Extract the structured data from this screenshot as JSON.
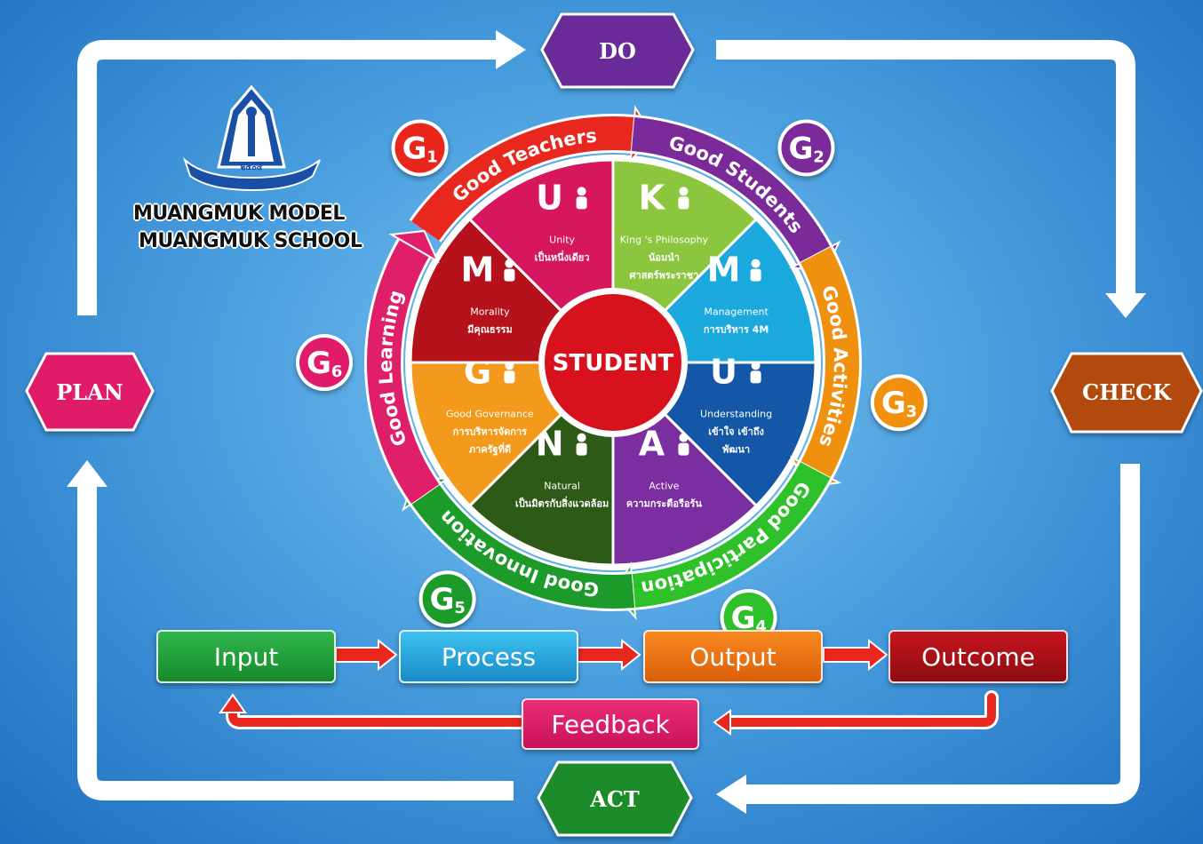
{
  "cycle": {
    "plan": "PLAN",
    "do": "DO",
    "check": "CHECK",
    "act": "ACT"
  },
  "logo": {
    "line1": "MUANGMUK MODEL",
    "line2": "MUANGMUK SCHOOL",
    "emblem_text": "๒๕๐๔"
  },
  "center": "STUDENT",
  "goals": [
    {
      "badge": "G",
      "num": "1",
      "label": "Good Teachers",
      "color": "#e8281e"
    },
    {
      "badge": "G",
      "num": "2",
      "label": "Good Students",
      "color": "#7b2a99"
    },
    {
      "badge": "G",
      "num": "3",
      "label": "Good Activities",
      "color": "#f0900f"
    },
    {
      "badge": "G",
      "num": "4",
      "label": "Good Participation",
      "color": "#2fc12a"
    },
    {
      "badge": "G",
      "num": "5",
      "label": "Good Innovation",
      "color": "#1c9a2a"
    },
    {
      "badge": "G",
      "num": "6",
      "label": "Good Learning",
      "color": "#e01f6a"
    }
  ],
  "segments": [
    {
      "letter": "K",
      "icon": "king-icon",
      "en": "King 's Philosophy",
      "th1": "น้อมนำ",
      "th2": "ศาสตร์พระราชา",
      "color": "#8cc63e"
    },
    {
      "letter": "M",
      "icon": "people-network-icon",
      "en": "Management",
      "th1": "การบริหาร 4M",
      "th2": "",
      "color": "#1ba8dc"
    },
    {
      "letter": "U",
      "icon": "lightbulb-icon",
      "en": "Understanding",
      "th1": "เข้าใจ เข้าถึง",
      "th2": "พัฒนา",
      "color": "#1357a6"
    },
    {
      "letter": "A",
      "icon": "active-person-icon",
      "en": "Active",
      "th1": "ความกระตือรือร้น",
      "th2": "",
      "color": "#7a2ea0"
    },
    {
      "letter": "N",
      "icon": "nature-people-icon",
      "en": "Natural",
      "th1": "เป็นมิตรกับสิ่งแวดล้อม",
      "th2": "",
      "color": "#2e5a18"
    },
    {
      "letter": "G",
      "icon": "governance-icon",
      "en": "Good Governance",
      "th1": "การบริหารจัดการ",
      "th2": "ภาครัฐที่ดี",
      "color": "#f39a1c"
    },
    {
      "letter": "M",
      "icon": "scales-icon",
      "en": "Morality",
      "th1": "มีคุณธรรม",
      "th2": "",
      "color": "#b5121b"
    },
    {
      "letter": "U",
      "icon": "group-icon",
      "en": "Unity",
      "th1": "เป็นหนึ่งเดียว",
      "th2": "",
      "color": "#d6175d"
    }
  ],
  "flow": {
    "input": "Input",
    "process": "Process",
    "output": "Output",
    "outcome": "Outcome",
    "feedback": "Feedback"
  }
}
